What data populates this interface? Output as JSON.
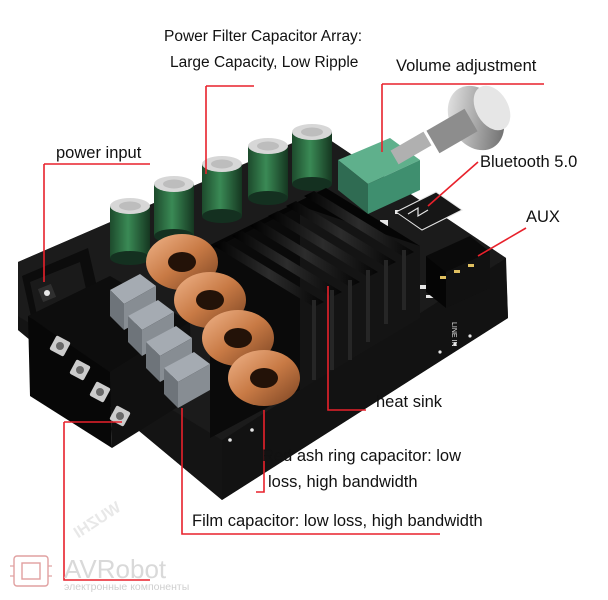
{
  "labels": {
    "capacitor_array_line1": "Power Filter Capacitor Array:",
    "capacitor_array_line2": "Large Capacity, Low Ripple",
    "volume": "Volume adjustment",
    "power_input": "power input",
    "bluetooth": "Bluetooth 5.0",
    "aux": "AUX",
    "heat_sink": "heat sink",
    "red_ring_line1": "Red ash ring capacitor: low",
    "red_ring_line2": "loss, high bandwidth",
    "film_capacitor": "Film capacitor: low loss, high bandwidth"
  },
  "board_silkscreen": {
    "brand": "WUZHI",
    "line_in": "LINE IN"
  },
  "watermark": {
    "name": "AVRobot",
    "tagline": "электронные компоненты"
  },
  "colors": {
    "callout": "#e8212b",
    "board": "#1b1b1b",
    "heatsink": "#0f0f0f",
    "coil": "#c87a45",
    "potentiometer": "#3f8f6f",
    "film_capacitor": "#8f959c",
    "electrolytic": "#2a6a3f"
  }
}
